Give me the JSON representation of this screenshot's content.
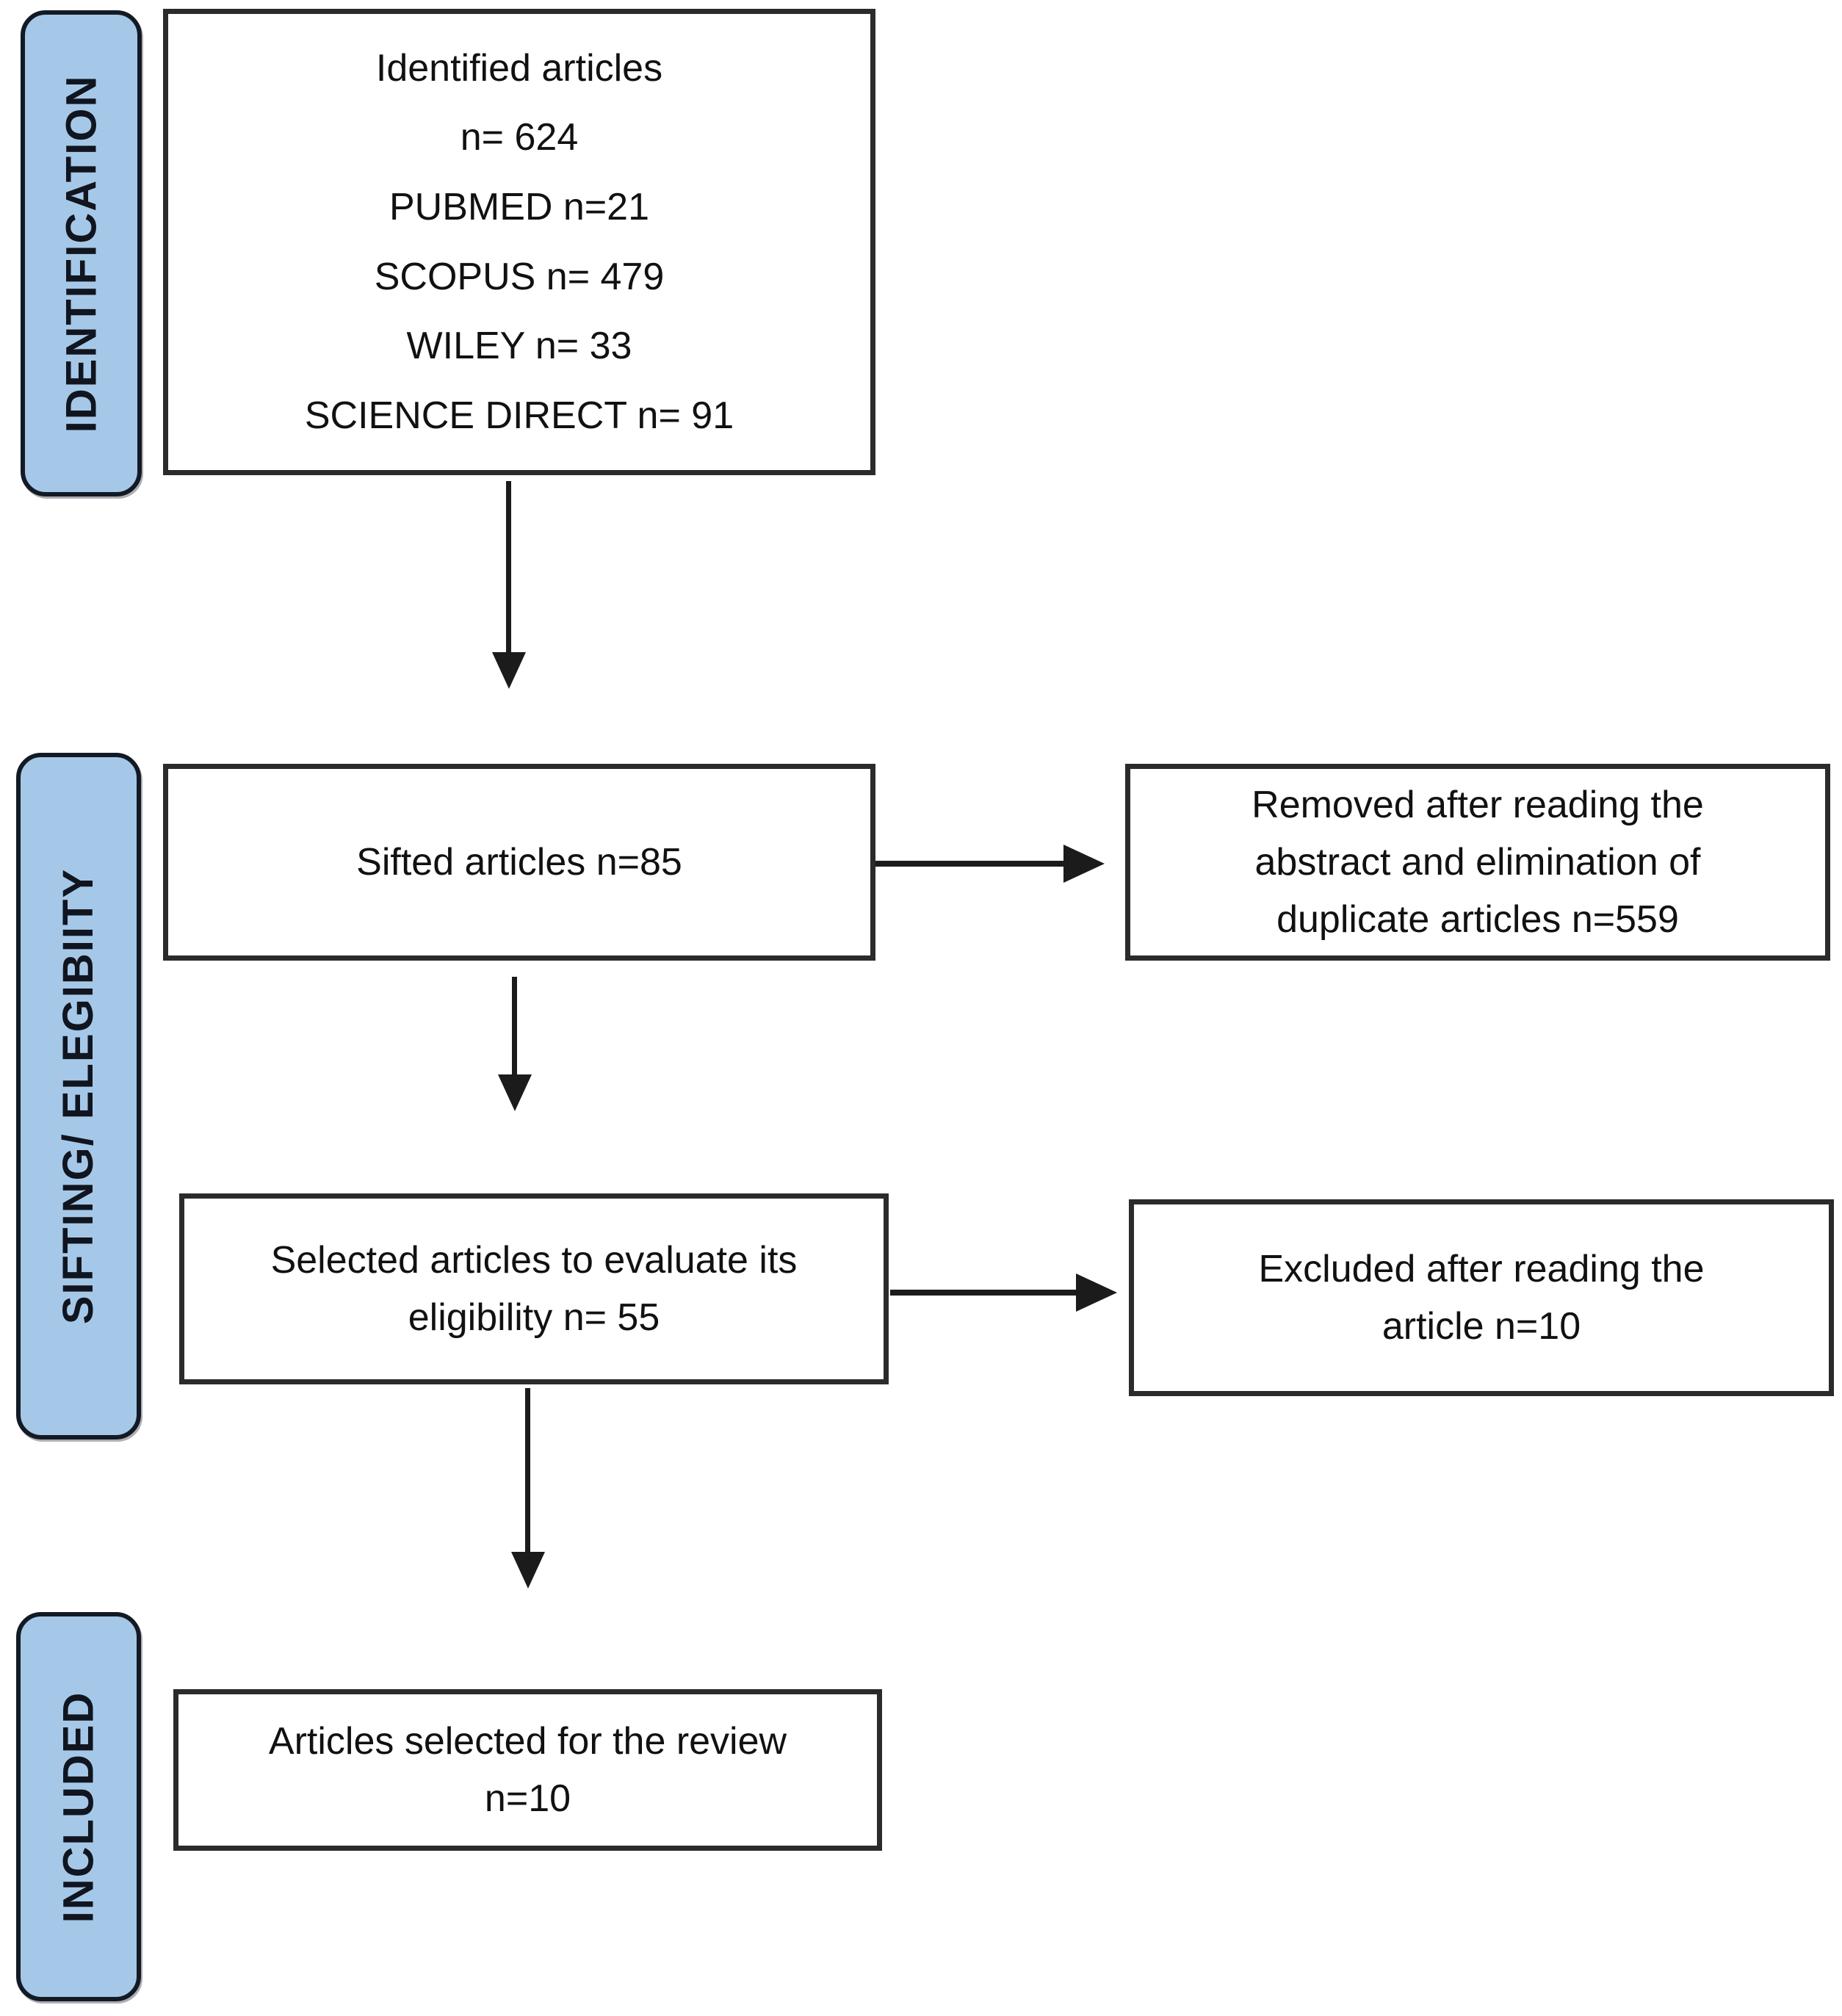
{
  "diagram": {
    "stages": [
      {
        "label": "IDENTIFICATION"
      },
      {
        "label": "SIFTING/ ELEGIBIITY"
      },
      {
        "label": "INCLUDED"
      }
    ],
    "boxes": {
      "identified": {
        "lines": [
          "Identified articles",
          "n= 624",
          "PUBMED n=21",
          "SCOPUS n= 479",
          "WILEY n= 33",
          "SCIENCE DIRECT n= 91"
        ]
      },
      "sifted": {
        "lines": [
          "Sifted articles n=85"
        ]
      },
      "removed": {
        "lines": [
          "Removed after reading the",
          "abstract and elimination of",
          "duplicate articles n=559"
        ]
      },
      "selected": {
        "lines": [
          "Selected articles to evaluate its",
          "eligibility n= 55"
        ]
      },
      "excluded": {
        "lines": [
          "Excluded after reading the",
          "article n=10"
        ]
      },
      "included": {
        "lines": [
          "Articles selected for the review",
          "n=10"
        ]
      }
    },
    "colors": {
      "stage_fill": "#a6c8e8",
      "stage_border": "#141a24",
      "box_border": "#2b2b2b",
      "arrow": "#1b1b1b",
      "text": "#111111"
    }
  }
}
